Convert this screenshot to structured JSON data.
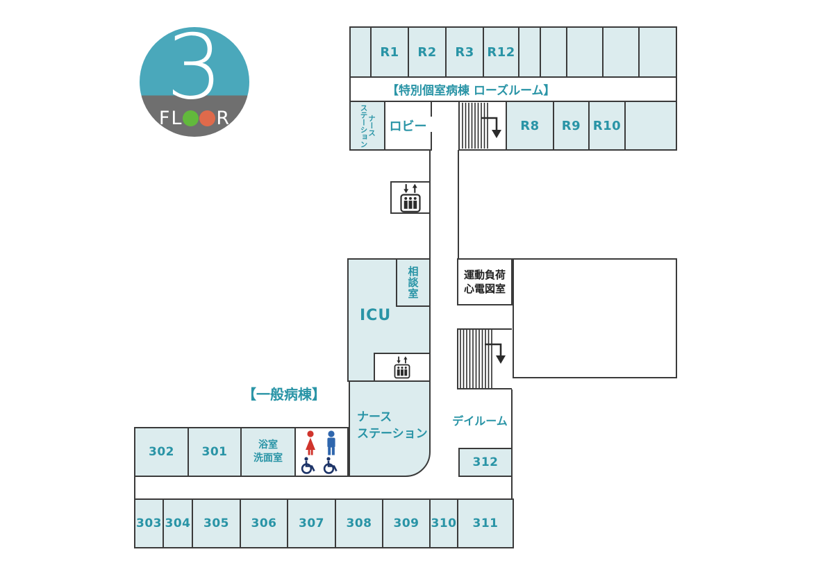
{
  "badge": {
    "number": "3",
    "floor_prefix_f": "F",
    "floor_prefix_l": "L",
    "floor_suffix_r": "R"
  },
  "ward_labels": {
    "special": "【特別個室病棟 ローズルーム】",
    "general": "【一般病棟】"
  },
  "rooms": {
    "row1": [
      "",
      "R1",
      "R2",
      "R3",
      "R12",
      "",
      "",
      "",
      "",
      ""
    ],
    "row2": [
      "R8",
      "R9",
      "R10",
      ""
    ],
    "row_a": [
      "302",
      "301"
    ],
    "bath": {
      "line1": "浴室",
      "line2": "洗面室"
    },
    "row_b": [
      "303",
      "304",
      "305",
      "306",
      "307",
      "308",
      "309",
      "310",
      "311"
    ],
    "room312": "312"
  },
  "areas": {
    "nurse_station_top_col_right": "ナース",
    "nurse_station_top_col_left": "ステーション",
    "lobby": "ロビー",
    "consult_room": "相談室",
    "icu": "ICU",
    "ecg_line1": "運動負荷",
    "ecg_line2": "心電図室",
    "nurse_station_main_line1": "ナース",
    "nurse_station_main_line2": "ステーション",
    "day_room": "デイルーム"
  },
  "icons": {
    "elevator": "elevator-icon",
    "stairs_down": "stairs-down-icon",
    "restroom_female": "female-icon",
    "restroom_male": "male-icon",
    "wheelchair": "wheelchair-icon"
  },
  "colors": {
    "room_fill": "#dcecee",
    "wall": "#3a3a3a",
    "teal_text": "#2994a6",
    "badge_teal": "#4aa8bb",
    "badge_gray": "#6f6f6f",
    "badge_green": "#62b93c",
    "badge_orange": "#df6a4b",
    "female_red": "#d0342c",
    "male_blue": "#2f66ad",
    "wheelchair_navy": "#1d3468"
  }
}
